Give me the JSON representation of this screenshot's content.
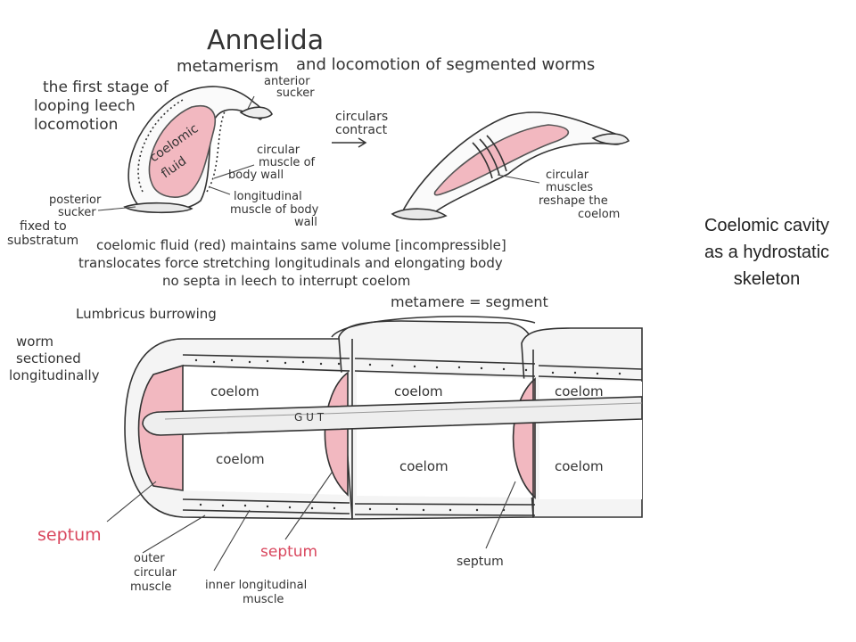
{
  "diagram": {
    "title": "Annelida",
    "subtitle_left": "metamerism",
    "subtitle_right": "and locomotion of segmented worms",
    "leech_stage": [
      "the first stage of",
      "looping leech",
      "locomotion"
    ],
    "anterior_sucker": [
      "anterior",
      "sucker"
    ],
    "coelomic_fluid_label": [
      "coelomic",
      "fluid"
    ],
    "circular_muscle": [
      "circular",
      "muscle of",
      "body wall"
    ],
    "longitudinal_muscle": [
      "longitudinal",
      "muscle of body",
      "wall"
    ],
    "posterior_sucker": [
      "posterior",
      "sucker"
    ],
    "fixed_to": [
      "fixed to",
      "substratum"
    ],
    "circulars_contract": [
      "circulars",
      "contract"
    ],
    "circular_muscles_reshape": [
      "circular",
      "muscles",
      "reshape the",
      "coelom"
    ],
    "note_lines": [
      "coelomic fluid (red) maintains same volume [incompressible]",
      "translocates force stretching longitudinals and elongating body",
      "no septa in leech to interrupt coelom"
    ],
    "metamere": "metamere = segment",
    "lumbricus": "Lumbricus burrowing",
    "worm_sectioned": [
      "worm",
      "sectioned",
      "longitudinally"
    ],
    "coelom": "coelom",
    "gut": "G U T",
    "septum": "septum",
    "outer_circular": [
      "outer",
      "circular",
      "muscle"
    ],
    "inner_longitudinal": [
      "inner longitudinal",
      "muscle"
    ]
  },
  "caption": [
    "Coelomic cavity",
    "as a hydrostatic",
    "skeleton"
  ],
  "colors": {
    "fluid_pink": "#f2b8c0",
    "septum_red": "#d9475e",
    "pencil": "#333333"
  }
}
